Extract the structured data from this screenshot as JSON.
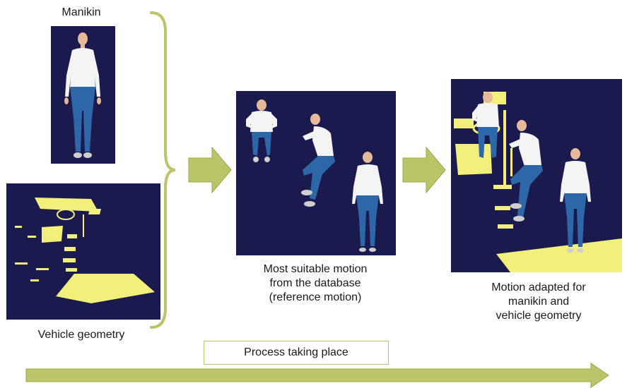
{
  "labels": {
    "manikin": "Manikin",
    "vehicle_geometry": "Vehicle geometry",
    "reference_motion": [
      "Most suitable motion",
      "from the database",
      "(reference motion)"
    ],
    "adapted_motion": [
      "Motion adapted for",
      "manikin and",
      "vehicle geometry"
    ],
    "process": "Process taking place"
  },
  "colors": {
    "panel_bg": "#1b1a4e",
    "arrow_fill": "#bcc46a",
    "arrow_stroke": "#9aa74a",
    "geometry_yellow": "#f2f07a",
    "shirt": "#f4f4f4",
    "pants": "#2e67a8",
    "skin": "#e6b99a"
  },
  "icons": [
    "curly-brace",
    "right-arrow",
    "manikin-figure",
    "vehicle-geometry"
  ]
}
